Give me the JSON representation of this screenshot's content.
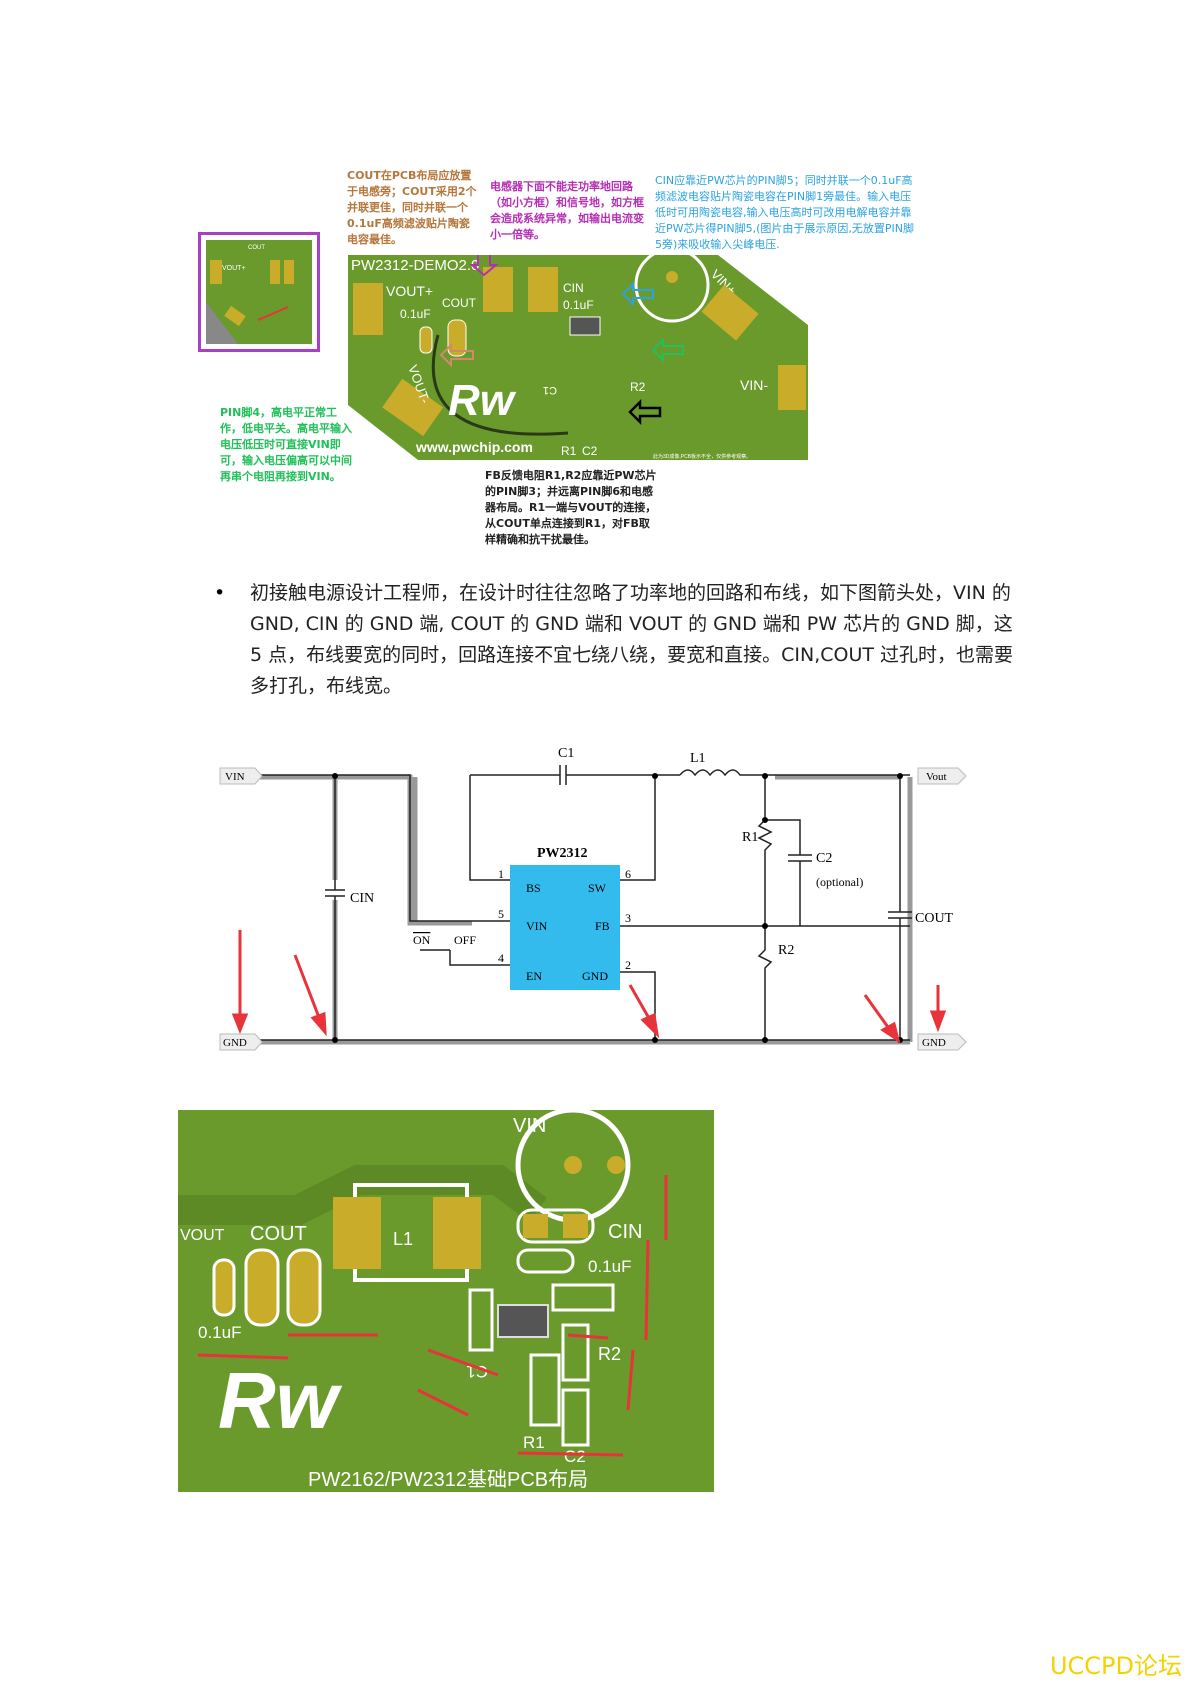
{
  "annotations": {
    "cout": "COUT在PCB布局应放置于电感旁；COUT采用2个并联更佳，同时并联一个0.1uF高频滤波贴片陶瓷电容最佳。",
    "inductor": "电感器下面不能走功率地回路（如小方框）和信号地，如方框会造成系统异常，如输出电流变小一倍等。",
    "cin": "CIN应靠近PW芯片的PIN脚5；同时并联一个0.1uF高频滤波电容贴片陶瓷电容在PIN脚1旁最佳。输入电压低时可用陶瓷电容,输入电压高时可改用电解电容并靠近PW芯片得PIN脚5,(图片由于展示原因,无放置PIN脚5旁)来吸收输入尖峰电压.",
    "pin4": "PIN脚4，高电平正常工作，低电平关。高电平输入电压低压时可直接VIN即可，输入电压偏高可以中间再串个电阻再接到VIN。",
    "fb": "FB反馈电阻R1,R2应靠近PW芯片的PIN脚3；并远离PIN脚6和电感器布局。R1一端与VOUT的连接，从COUT单点连接到R1，对FB取样精确和抗干扰最佳。"
  },
  "pcb1": {
    "title": "PW2312-DEMO2.0",
    "vout_plus": "VOUT+",
    "vout": "VOUT-",
    "cap01": "0.1uF",
    "cout": "COUT",
    "cin": "CIN",
    "cin01": "0.1uF",
    "vin_plus": "VIN+",
    "vin_minus": "VIN-",
    "r2": "R2",
    "r1": "R1",
    "c2": "C2",
    "c1": "C1",
    "url": "www.pwchip.com",
    "note": "此为3D成像,PCB板示不全，仅供参考观察。",
    "inset_cout": "COUT",
    "inset_vout": "VOUT+"
  },
  "paragraph": "初接触电源设计工程师，在设计时往往忽略了功率地的回路和布线，如下图箭头处，VIN 的 GND, CIN 的 GND 端, COUT 的 GND 端和 VOUT 的 GND 端和 PW 芯片的 GND 脚，这 5 点，布线要宽的同时，回路连接不宜七绕八绕，要宽和直接。CIN,COUT 过孔时，也需要多打孔，布线宽。",
  "bullet": "•",
  "schematic": {
    "chip": "PW2312",
    "vin": "VIN",
    "vout": "Vout",
    "gnd_l": "GND",
    "gnd_r": "GND",
    "c1": "C1",
    "l1": "L1",
    "cin": "CIN",
    "r1": "R1",
    "r2": "R2",
    "c2": "C2",
    "optional": "(optional)",
    "cout": "COUT",
    "on": "ON",
    "off": "OFF",
    "pins": {
      "bs": "BS",
      "sw": "SW",
      "vinp": "VIN",
      "fb": "FB",
      "en": "EN",
      "gnd": "GND",
      "p1": "1",
      "p2": "2",
      "p3": "3",
      "p4": "4",
      "p5": "5",
      "p6": "6"
    },
    "chip_color": "#33bbee"
  },
  "pcb2": {
    "vin": "VIN",
    "vout": "VOUT",
    "cout": "COUT",
    "l1": "L1",
    "cin": "CIN",
    "cin01": "0.1uF",
    "cap01": "0.1uF",
    "c1": "C1",
    "r2": "R2",
    "r1": "R1",
    "c2": "C2",
    "caption": "PW2162/PW2312基础PCB布局"
  },
  "watermark": "UCCPD论坛",
  "colors": {
    "pcb": "#6a9a2c",
    "pad": "#c8ac2a",
    "arrow": "#e8333a"
  }
}
